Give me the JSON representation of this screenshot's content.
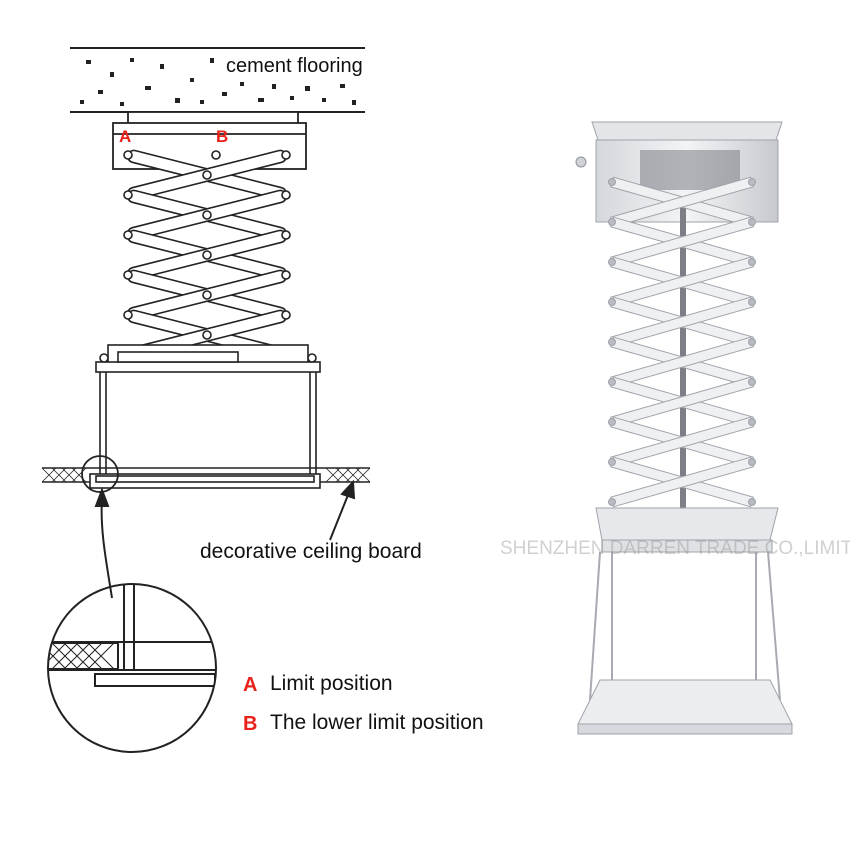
{
  "labels": {
    "cement_flooring": "cement flooring",
    "point_a": "A",
    "point_b": "B",
    "decorative_ceiling_board": "decorative  ceiling  board",
    "legend_a_letter": "A",
    "legend_a_text": "Limit  position",
    "legend_b_letter": "B",
    "legend_b_text": "The  lower  limit  position"
  },
  "watermark": "SHENZHEN DARREN TRADE CO.,LIMITED",
  "colors": {
    "line": "#222222",
    "accent_red": "#e8221b",
    "lift_metal": "#e9ebee",
    "lift_shadow": "#a9adb3"
  },
  "icons": [
    "scissor-lift-diagram",
    "magnifier-circle",
    "arrow-up",
    "scissor-lift-photo"
  ]
}
